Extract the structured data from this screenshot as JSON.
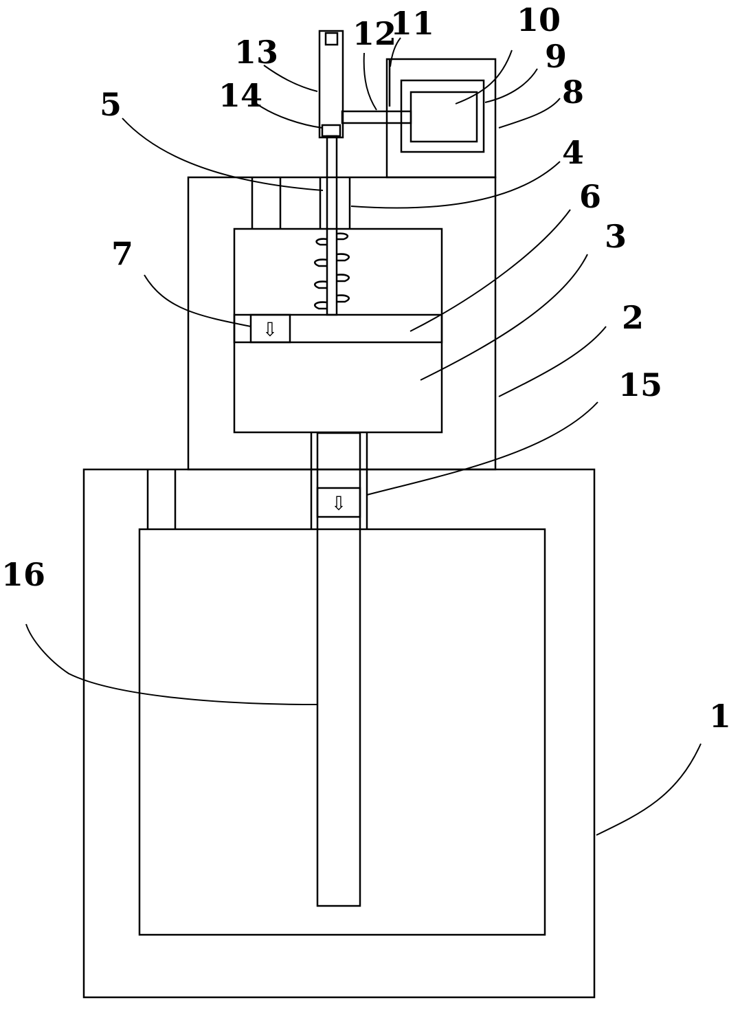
{
  "figure": {
    "line_color": "#000000",
    "background": "#ffffff",
    "labels": {
      "l1": "1",
      "l2": "2",
      "l3": "3",
      "l4": "4",
      "l5": "5",
      "l6": "6",
      "l7": "7",
      "l8": "8",
      "l9": "9",
      "l10": "10",
      "l11": "11",
      "l12": "12",
      "l13": "13",
      "l14": "14",
      "l15": "15",
      "l16": "16"
    },
    "valve_arrow_glyph": "⇩"
  }
}
